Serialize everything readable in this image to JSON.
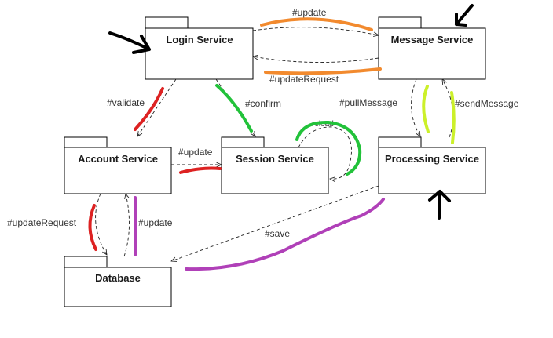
{
  "diagram": {
    "packages": {
      "login": "Login Service",
      "message": "Message Service",
      "account": "Account Service",
      "session": "Session Service",
      "processing": "Processing Service",
      "database": "Database"
    },
    "edges": {
      "login_to_message": "#update",
      "message_to_login": "#updateRequest",
      "login_to_account": "#validate",
      "login_to_session": "#confirm",
      "message_to_processing": "#pullMessage",
      "processing_to_message": "#sendMessage",
      "account_to_session": "#update",
      "session_self": "reload",
      "account_to_database": "#updateRequest",
      "database_to_account": "#update",
      "processing_to_database": "#save"
    },
    "colors": {
      "orange": "#f28a2e",
      "red": "#dd2222",
      "green": "#22c23a",
      "lime": "#ccf02a",
      "purple": "#b040b8",
      "black": "#000000"
    }
  }
}
